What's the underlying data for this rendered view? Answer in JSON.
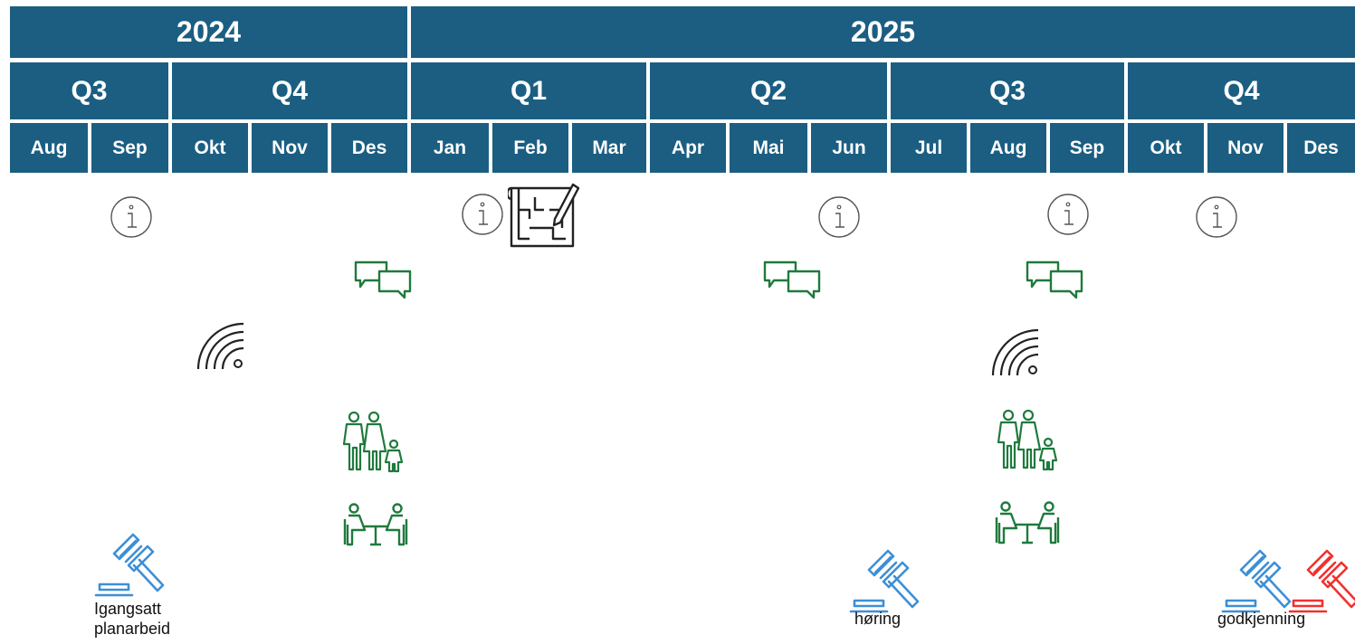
{
  "years": [
    "2024",
    "2025"
  ],
  "quarters": [
    "Q3",
    "Q4",
    "Q1",
    "Q2",
    "Q3",
    "Q4"
  ],
  "months": [
    "Aug",
    "Sep",
    "Okt",
    "Nov",
    "Des",
    "Jan",
    "Feb",
    "Mar",
    "Apr",
    "Mai",
    "Jun",
    "Jul",
    "Aug",
    "Sep",
    "Okt",
    "Nov",
    "Des"
  ],
  "milestones": {
    "start": [
      "Igangsatt",
      "planarbeid"
    ],
    "hearing": "høring",
    "approval": "godkjenning"
  },
  "colors": {
    "header": "#1b5e82",
    "header_text": "#ffffff",
    "icon_outline": "#555555",
    "icon_dark": "#222222",
    "icon_green": "#1f7a3d",
    "gavel_blue": "#3d8fd6",
    "gavel_red": "#f0312f"
  },
  "icons": {
    "info": "info-circle-icon",
    "plan": "blueprint-plan-icon",
    "dialogue": "speech-bubbles-icon",
    "broadcast": "wireless-signal-icon",
    "residents": "family-icon",
    "meeting": "meeting-table-icon",
    "decision": "gavel-icon"
  }
}
